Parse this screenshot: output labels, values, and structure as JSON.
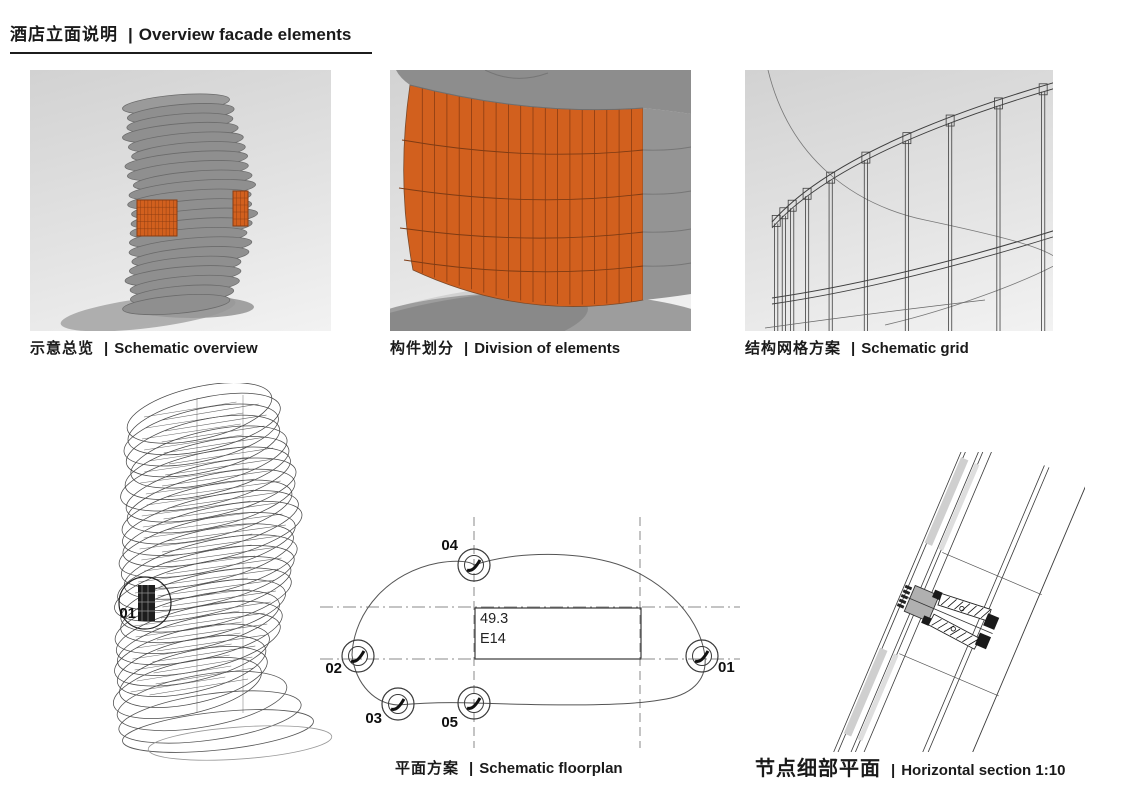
{
  "page": {
    "title_zh": "酒店立面说明",
    "divider": "|",
    "title_en": "Overview facade elements"
  },
  "captions": {
    "overview": {
      "zh": "示意总览",
      "en": "Schematic overview"
    },
    "division": {
      "zh": "构件划分",
      "en": "Division of elements"
    },
    "grid": {
      "zh": "结构网格方案",
      "en": "Schematic grid"
    },
    "floorplan": {
      "zh": "平面方案",
      "en": "Schematic floorplan"
    },
    "section": {
      "zh": "节点细部平面",
      "en": "Horizontal section 1:10"
    }
  },
  "floorplan": {
    "markers": [
      {
        "id": "01"
      },
      {
        "id": "02"
      },
      {
        "id": "03"
      },
      {
        "id": "04"
      },
      {
        "id": "05"
      }
    ],
    "dim_width": "49.3",
    "grid_ref": "E14"
  },
  "wireframe": {
    "marker_id": "01"
  },
  "colors": {
    "accent_orange": "#D2601E",
    "accent_orange_line": "#8A3C12",
    "model_gray": "#8F8F8F",
    "line_dark": "#3C3C3C"
  }
}
